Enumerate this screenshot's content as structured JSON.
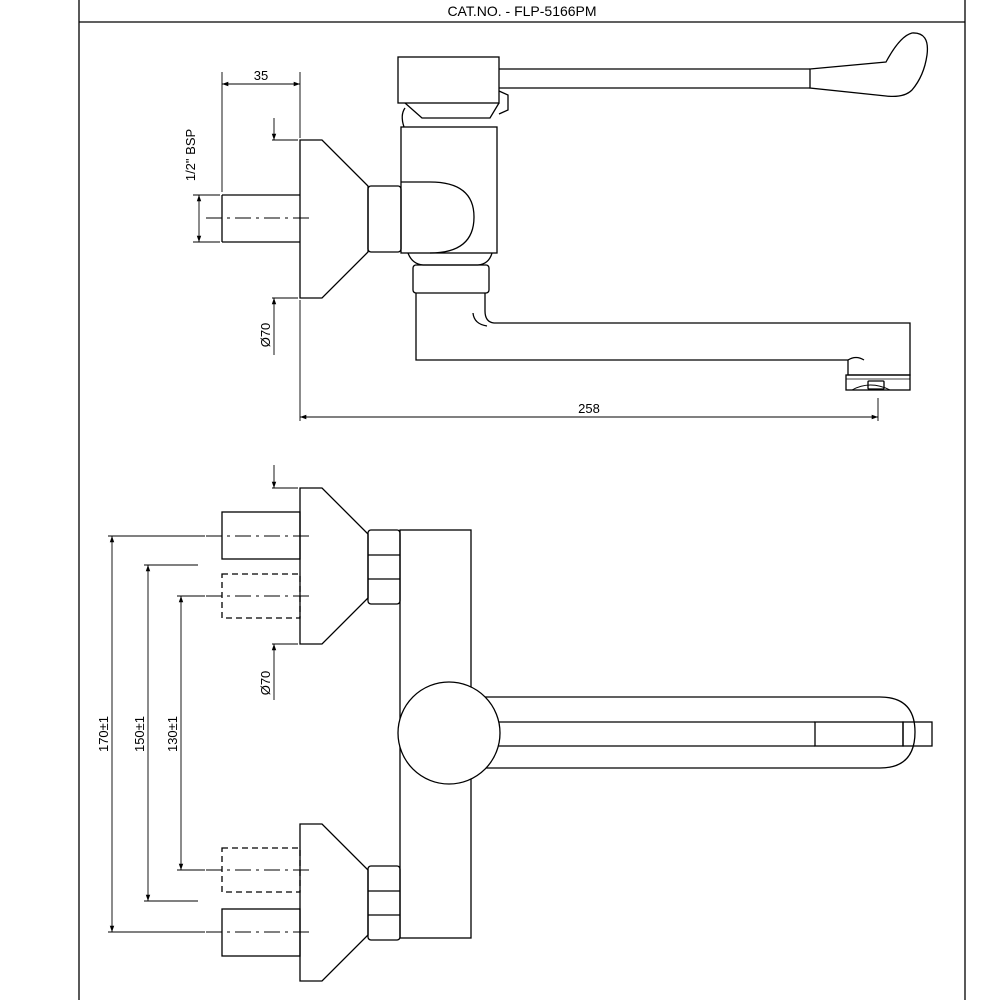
{
  "header": {
    "catalog_number": "CAT.NO. - FLP-5166PM"
  },
  "side_view": {
    "dim_inlet_length": "35",
    "dim_thread": "1/2\" BSP",
    "dim_flange_dia": "Ø70",
    "dim_total_length": "258"
  },
  "front_view": {
    "dim_flange_dia": "Ø70",
    "dim_centers_max": "170±1",
    "dim_centers_mid": "150±1",
    "dim_centers_min": "130±1"
  }
}
